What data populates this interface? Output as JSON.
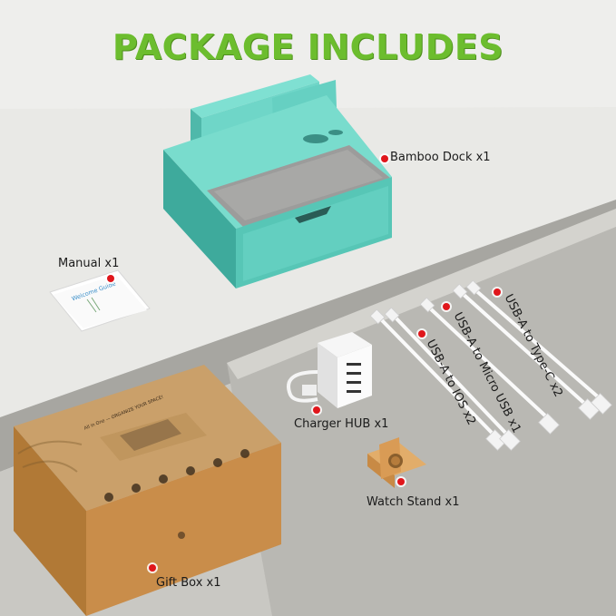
{
  "title": "PACKAGE INCLUDES",
  "items": {
    "dock": "Bamboo Dock x1",
    "manual": "Manual x1",
    "charger": "Charger HUB x1",
    "watch_stand": "Watch Stand x1",
    "gift_box": "Gift Box x1",
    "cable_ios": "USB-A to IOS x2",
    "cable_micro": "USB-A to Micro USB x1",
    "cable_typec": "USB-A to Type-C x2"
  },
  "manual_cover": "Welcome Guide",
  "box_print": {
    "tagline": "All in One — ORGANIZE YOUR SPACE!"
  },
  "colors": {
    "title_green": "#6cbd2e",
    "dock_teal": "#5ecfc0",
    "marker_red": "#e0161b",
    "kraft_box": "#c98d4a"
  }
}
